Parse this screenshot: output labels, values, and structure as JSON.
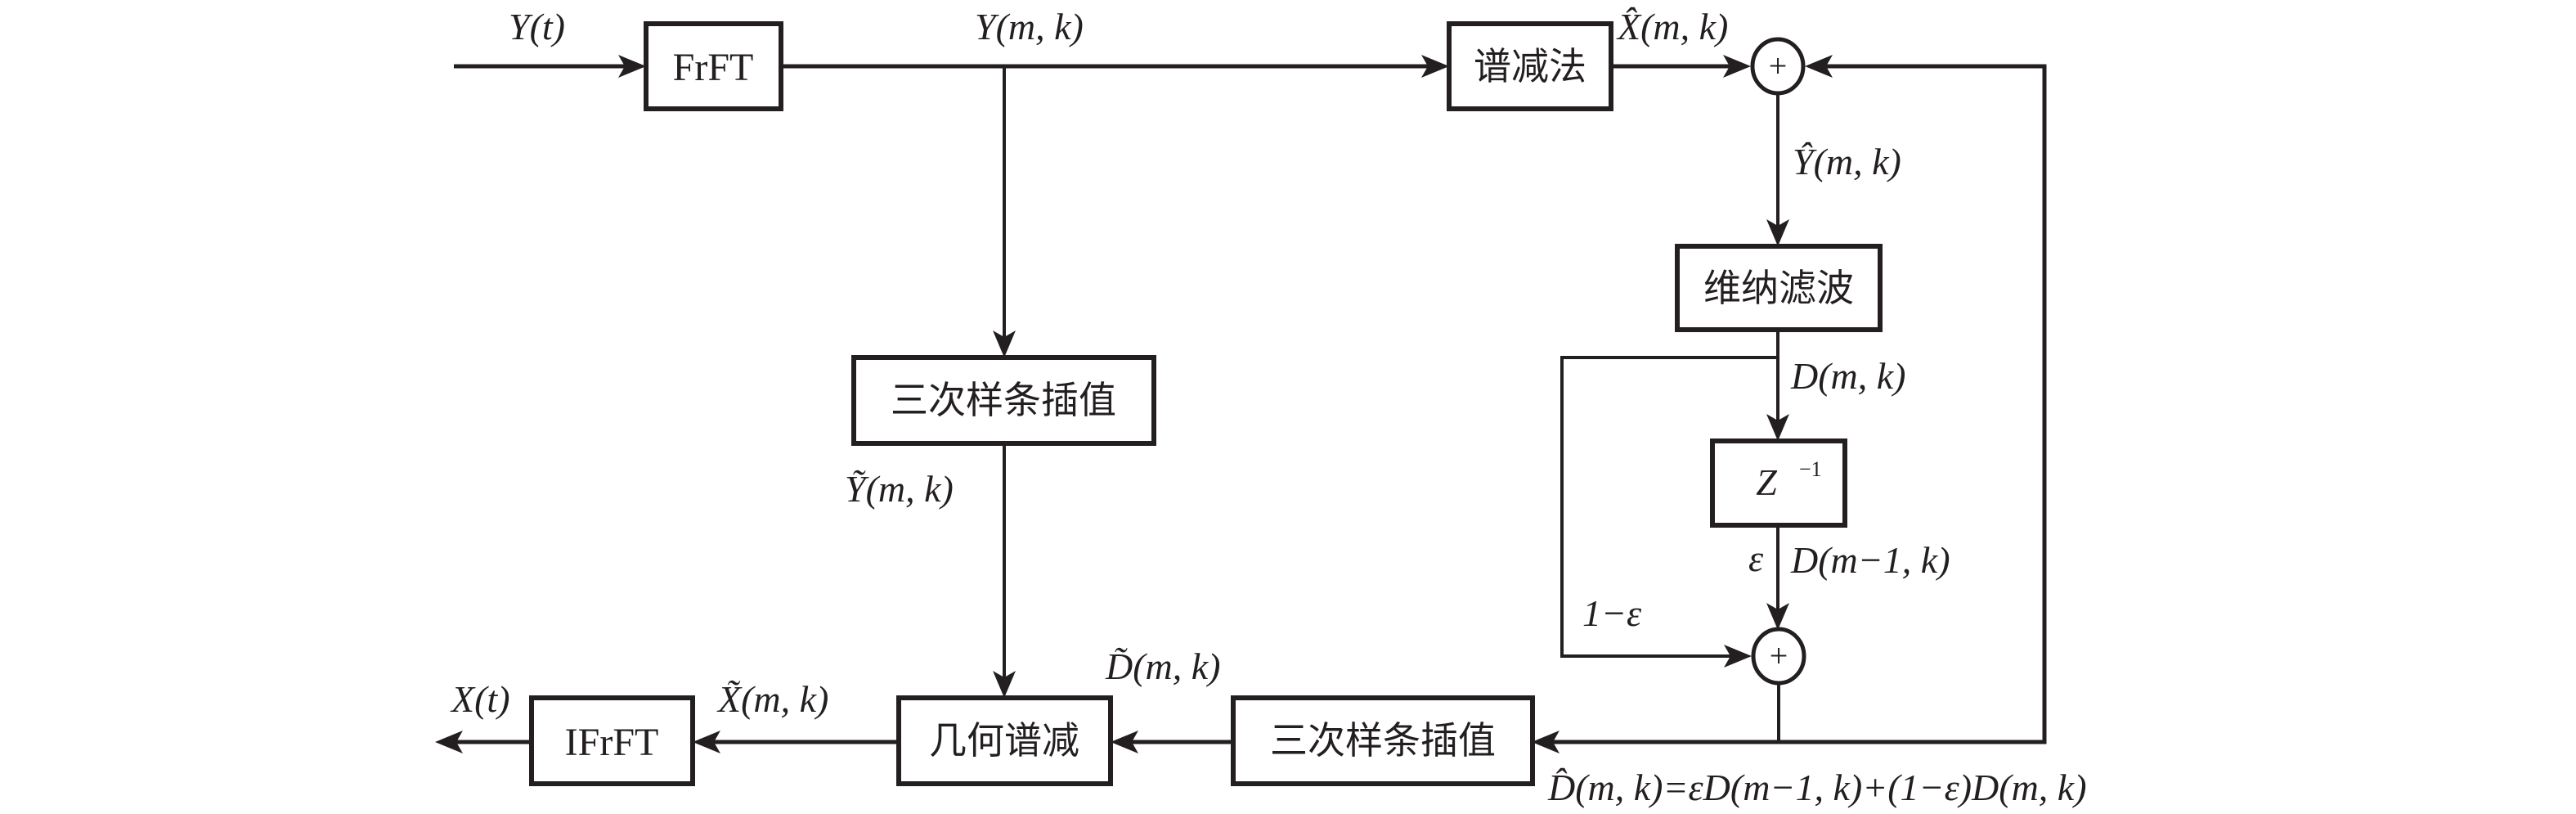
{
  "diagram": {
    "blocks": {
      "frft": "FrFT",
      "spectral_subtraction": "谱减法",
      "wiener_filter": "维纳滤波",
      "delay": "Z",
      "delay_exp": "−1",
      "spline_top": "三次样条插值",
      "spline_bottom": "三次样条插值",
      "geometric_subtraction": "几何谱减",
      "ifrft": "IFrFT"
    },
    "summers": {
      "top": "+",
      "bottom": "+"
    },
    "signals": {
      "input": "Y(t)",
      "frft_out": "Y(m, k)",
      "ss_out": "X̂(m, k)",
      "sum_out": "Ŷ(m, k)",
      "wiener_out": "D(m, k)",
      "delay_out": "D(m−1, k)",
      "epsilon": "ε",
      "one_minus_epsilon": "1−ε",
      "spline_top_out": "Ỹ(m, k)",
      "spline_bottom_out": "D̃(m, k)",
      "geo_out": "X̃(m, k)",
      "output": "X(t)",
      "noise_estimate_formula": "D̂(m, k)=εD(m−1, k)+(1−ε)D(m, k)"
    }
  }
}
